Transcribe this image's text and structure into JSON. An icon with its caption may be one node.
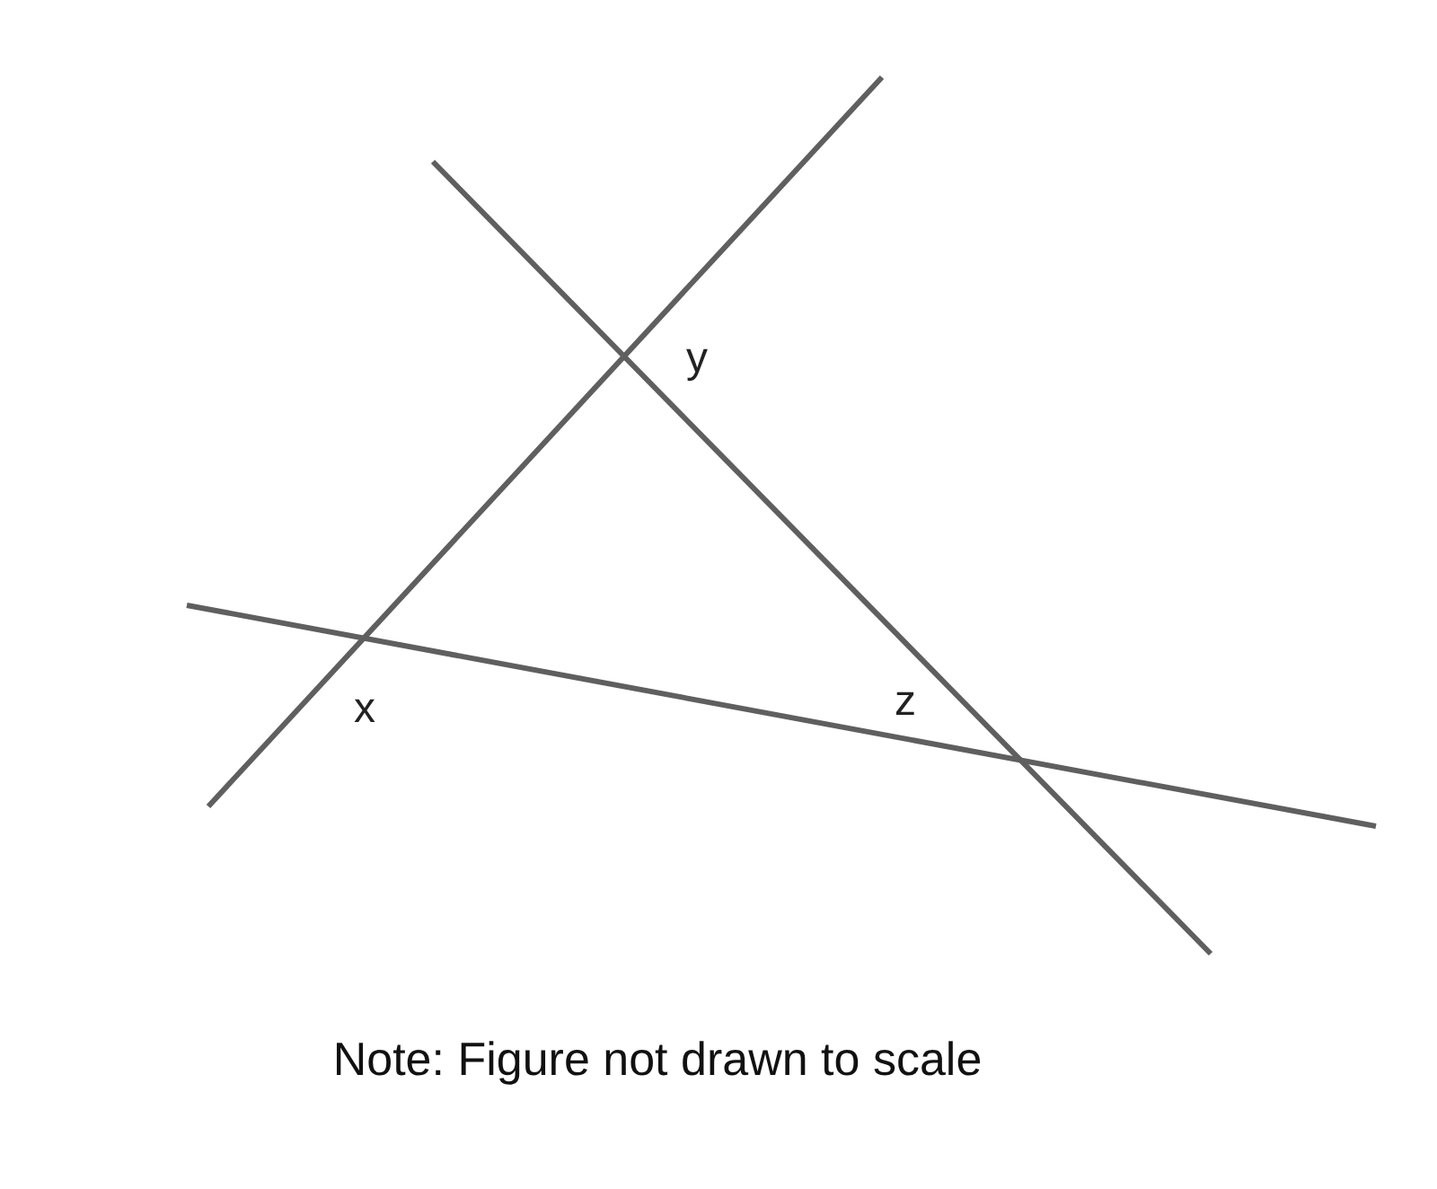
{
  "diagram": {
    "caption": "Note: Figure not drawn to scale",
    "labels": [
      "y",
      "x",
      "z"
    ]
  }
}
